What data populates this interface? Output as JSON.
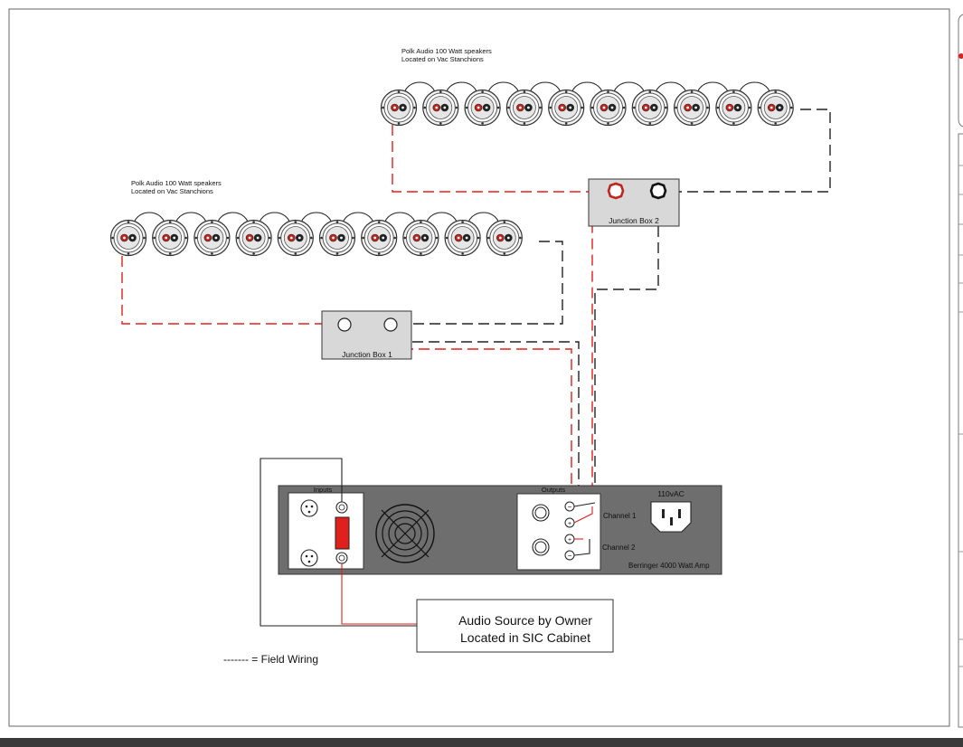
{
  "speaker_row_top": {
    "title_line1": "Polk Audio 100 Watt speakers",
    "title_line2": "Located on Vac Stanchions",
    "count": 10
  },
  "speaker_row_bottom": {
    "title_line1": "Polk Audio 100 Watt speakers",
    "title_line2": "Located on Vac Stanchions",
    "count": 10
  },
  "junction_box_1": {
    "label": "Junction Box 1"
  },
  "junction_box_2": {
    "label": "Junction Box 2"
  },
  "amplifier": {
    "inputs_label": "Inputs",
    "outputs_label": "Outputs",
    "power_label": "110vAC",
    "channel1_label": "Channel 1",
    "channel2_label": "Channel 2",
    "model_label": "Berringer 4000 Watt Amp",
    "plus_symbol": "+",
    "minus_symbol": "−"
  },
  "audio_source": {
    "line1": "Audio Source by Owner",
    "line2": "Located in SIC Cabinet"
  },
  "legend": {
    "field_wiring": "------- = Field Wiring"
  },
  "colors": {
    "red_wire": "#e0201c",
    "black_wire": "#222222",
    "box_fill": "#d8d8d8",
    "amp_body": "#6e6e6e",
    "panel_fill": "#ffffff",
    "xlr_jack": "#e0201c"
  }
}
